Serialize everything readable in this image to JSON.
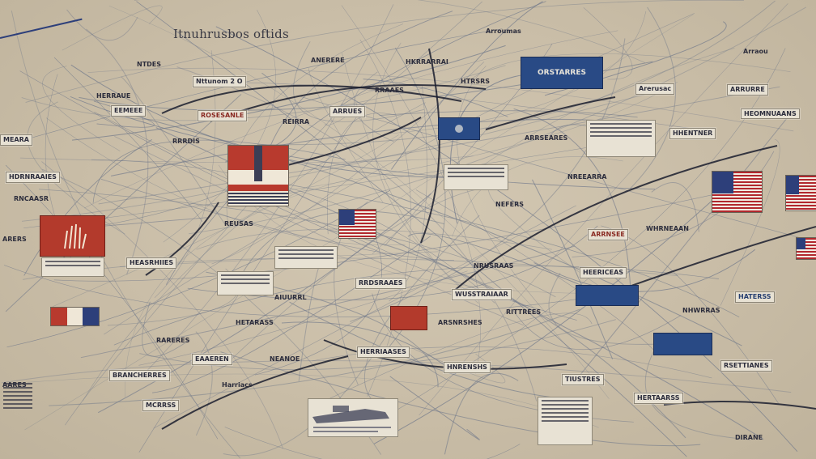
{
  "title": "Itnuhrusbos oftids",
  "labels": {
    "top_right_1": "Arroumas",
    "top_right_2": "Arraou",
    "n1": "Nttunom 2 O",
    "n2": "ANERERE",
    "n3": "HKRRARRAI",
    "n4": "EEMEEE",
    "n5": "ROSESANLE",
    "n6": "REIRRA",
    "n7": "ARRUES",
    "n8": "HTRSRS",
    "n9": "Arerusac",
    "n10": "ARRURRE",
    "n11": "HEOMNUAANS",
    "n12": "HHENTNER",
    "n13": "MEARA",
    "n14": "RRRDIS",
    "n15": "ARRSEARES",
    "n16": "HDRNRAAIES",
    "n17": "RNCAASR",
    "n18": "NREEARRA",
    "n19": "REUSAS",
    "n20": "WHRNEAAN",
    "n21": "ARRNSEE",
    "n22": "HEASRHIIES",
    "n23": "NRUSRAAS",
    "n24": "HEERICEAS",
    "n25": "RRDSRAAES",
    "n26": "AIUURRL",
    "n27": "WUSSTRAIAAR",
    "n28": "HATERSS",
    "n29": "HETARASS",
    "n30": "ARSNRSHES",
    "n31": "EAAEREN",
    "n32": "HERRIAASES",
    "n33": "HNRENSHS",
    "n34": "RSETTIANES",
    "n35": "BRANCHERRES",
    "n36": "TIUSTRES",
    "n37": "Harriacs",
    "n38": "MCRRSS",
    "n39": "HERTAARSS",
    "n40": "AARES",
    "n41": "NEANOE",
    "n42": "HERRAUE",
    "n43": "NTDES",
    "n44": "RRAAES",
    "n45": "NEFERS",
    "n46": "ARERS",
    "n47": "RITTREES",
    "n48": "NHWRRAS",
    "n49": "DIRANE",
    "n50": "RARERES"
  },
  "badges": {
    "top_blue": "ORSTARRES"
  },
  "colors": {
    "background": "#c9bda7",
    "line": "#1a1d2e",
    "faint_line": "#6d7689",
    "label_bg": "#e7e1d3",
    "flag_red": "#b2282e",
    "flag_blue": "#2d3f7a",
    "box_blue": "#294a85",
    "box_red": "#b33a2c"
  },
  "icons": [
    "us-flag-icon",
    "emblem-icon",
    "seal-icon",
    "document-icon",
    "ship-icon"
  ]
}
